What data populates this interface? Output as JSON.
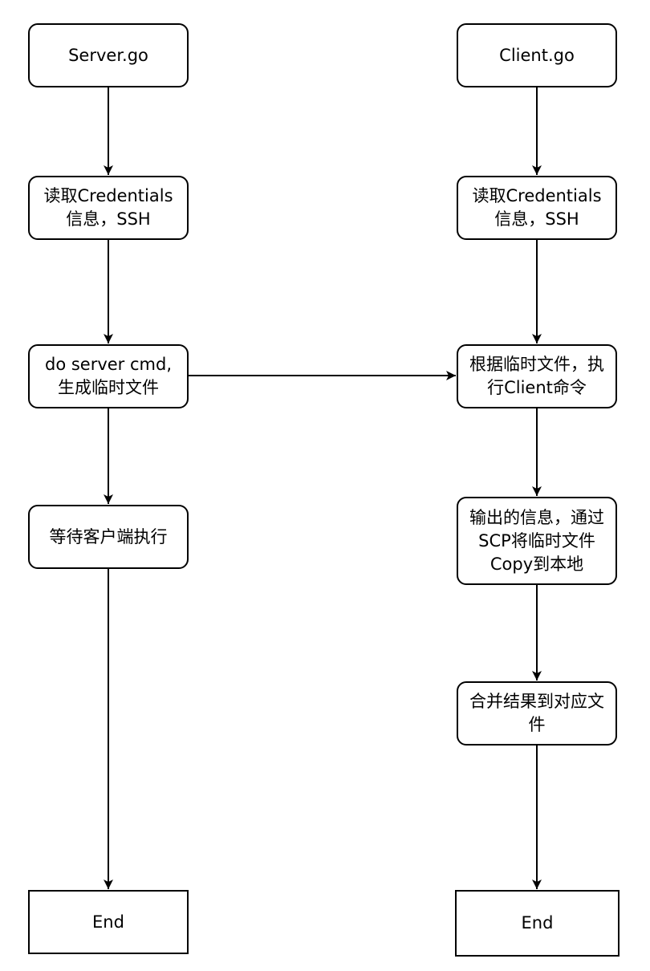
{
  "nodes": {
    "server_start": "Server.go",
    "server_read": "读取Credentials\n信息，SSH",
    "server_cmd": "do server cmd,\n生成临时文件",
    "server_wait": "等待客户端执行",
    "server_end": "End",
    "client_start": "Client.go",
    "client_read": "读取Credentials\n信息，SSH",
    "client_exec": "根据临时文件，执\n行Client命令",
    "client_copy": "输出的信息，通过\nSCP将临时文件\nCopy到本地",
    "client_merge": "合并结果到对应文\n件",
    "client_end": "End"
  },
  "colors": {
    "stroke": "#000000",
    "fill": "#ffffff"
  }
}
